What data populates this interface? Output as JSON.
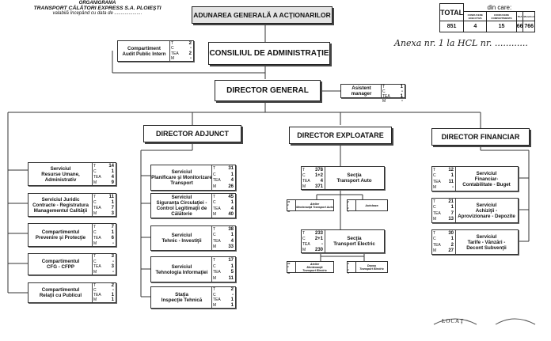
{
  "header": {
    "line1": "ORGANIGRAMA",
    "line2": "TRANSPORT CĂLĂTORI EXPRESS S.A. PLOIEŞTI",
    "line3": "valabilă începând cu data de ....................."
  },
  "totals": {
    "caption": "din care:",
    "total_label": "TOTAL",
    "col1": "CONDUCERE EXECUTIVA",
    "col2": "CONDUCERE COMPARTIMENTE",
    "col3": "TEA",
    "col4": "Muncitori",
    "values": [
      "851",
      "4",
      "15",
      "66",
      "766"
    ]
  },
  "annex": "Anexa nr. 1 la HCL nr. ............",
  "top": {
    "aga": "ADUNAREA GENERALĂ A ACŢIONARILOR",
    "ca": "CONSILIUL DE ADMINISTRAŢIE",
    "dg": "DIRECTOR GENERAL",
    "audit": {
      "name": "Compartiment\nAudit Public Intern",
      "T": "2",
      "C": "-",
      "TEA": "2",
      "M": "-"
    },
    "asistent": {
      "name": "Asistent manager",
      "T": "1",
      "C": "-",
      "TEA": "1",
      "M": "-"
    }
  },
  "directors": {
    "adjunct": "DIRECTOR ADJUNCT",
    "exploatare": "DIRECTOR EXPLOATARE",
    "financiar": "DIRECTOR FINANCIAR"
  },
  "left_units": [
    {
      "name": "Serviciul\nResurse Umane,\nAdministrativ",
      "T": "14",
      "C": "1",
      "TEA": "4",
      "M": "9"
    },
    {
      "name": "Serviciul Juridic\nContracte - Registratura\nManagementul Calităţii",
      "T": "11",
      "C": "1",
      "TEA": "7",
      "M": "3"
    },
    {
      "name": "Compartimentul\nPrevenire şi Protecţie",
      "T": "7",
      "C": "1",
      "TEA": "6",
      "M": "-"
    },
    {
      "name": "Compartimentul\nCFG - CFPP",
      "T": "3",
      "C": "-",
      "TEA": "3",
      "M": "-"
    },
    {
      "name": "Compartimentul\nRelaţii cu Publicul",
      "T": "2",
      "C": "-",
      "TEA": "1",
      "M": "1"
    }
  ],
  "adjunct_units": [
    {
      "name": "Serviciul\nPlanificare şi Monitorizare\nTransport",
      "T": "31",
      "C": "1",
      "TEA": "4",
      "M": "26"
    },
    {
      "name": "Serviciul\nSiguranţa Circulaţiei -\nControl Legitimaţii de Călătorie",
      "T": "45",
      "C": "1",
      "TEA": "4",
      "M": "40"
    },
    {
      "name": "Serviciul\nTehnic - Investiţii",
      "T": "38",
      "C": "1",
      "TEA": "4",
      "M": "33"
    },
    {
      "name": "Serviciul\nTehnologia Informaţiei",
      "T": "17",
      "C": "1",
      "TEA": "5",
      "M": "11"
    },
    {
      "name": "Staţia\nInspecţie Tehnică",
      "T": "2",
      "C": "-",
      "TEA": "1",
      "M": "1"
    }
  ],
  "exploatare_units": [
    {
      "name": "Secţia\nTransport Auto",
      "T": "378",
      "C": "1+2",
      "TEA": "4",
      "M": "371",
      "subs": [
        {
          "name": "Atelier\nMentenanţă Transport Auto",
          "T": "41",
          "C": "1",
          "TEA": "-",
          "M": "40"
        },
        {
          "name": "Autobaza",
          "T": "2",
          "C": "-",
          "TEA": "1",
          "M": "1"
        }
      ]
    },
    {
      "name": "Secţia\nTransport Electric",
      "T": "233",
      "C": "2+1",
      "TEA": "-",
      "M": "230",
      "subs": [
        {
          "name": "Atelier\nMentenanţă\nTransport Electric",
          "T": "43",
          "C": "1",
          "TEA": "-",
          "M": "42"
        },
        {
          "name": "Depou\nTransport Electric",
          "T": "4",
          "C": "-",
          "TEA": "1",
          "M": "3"
        }
      ]
    }
  ],
  "financiar_units": [
    {
      "name": "Serviciul\nFinanciar-\nContabilitate - Buget",
      "T": "12",
      "C": "1",
      "TEA": "11",
      "M": "-"
    },
    {
      "name": "Serviciul\nAchiziţii -\nAprovizionare - Depozite",
      "T": "21",
      "C": "1",
      "TEA": "7",
      "M": "13"
    },
    {
      "name": "Serviciul\nTarife - Vânzări -\nDecont Subvenţii",
      "T": "30",
      "C": "1",
      "TEA": "2",
      "M": "27"
    }
  ],
  "stamp": "LOCAŢ"
}
